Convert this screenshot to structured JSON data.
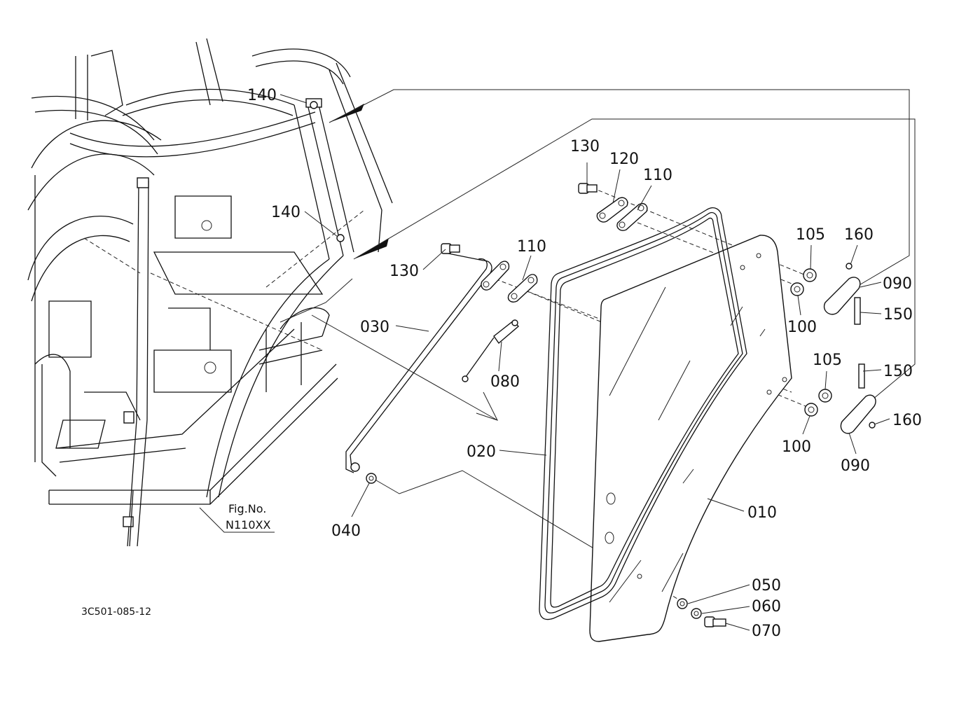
{
  "diagram": {
    "code": "3C501-085-12",
    "fig_label": "Fig.No.",
    "fig_number": "N110XX",
    "callouts": [
      {
        "id": "c140a",
        "text": "140"
      },
      {
        "id": "c140b",
        "text": "140"
      },
      {
        "id": "c130a",
        "text": "130"
      },
      {
        "id": "c120",
        "text": "120"
      },
      {
        "id": "c110a",
        "text": "110"
      },
      {
        "id": "c130b",
        "text": "130"
      },
      {
        "id": "c110b",
        "text": "110"
      },
      {
        "id": "c105a",
        "text": "105"
      },
      {
        "id": "c160a",
        "text": "160"
      },
      {
        "id": "c090a",
        "text": "090"
      },
      {
        "id": "c100a",
        "text": "100"
      },
      {
        "id": "c150a",
        "text": "150"
      },
      {
        "id": "c030",
        "text": "030"
      },
      {
        "id": "c080",
        "text": "080"
      },
      {
        "id": "c105b",
        "text": "105"
      },
      {
        "id": "c150b",
        "text": "150"
      },
      {
        "id": "c160b",
        "text": "160"
      },
      {
        "id": "c100b",
        "text": "100"
      },
      {
        "id": "c090b",
        "text": "090"
      },
      {
        "id": "c020",
        "text": "020"
      },
      {
        "id": "c040",
        "text": "040"
      },
      {
        "id": "c010",
        "text": "010"
      },
      {
        "id": "c050",
        "text": "050"
      },
      {
        "id": "c060",
        "text": "060"
      },
      {
        "id": "c070",
        "text": "070"
      }
    ]
  }
}
